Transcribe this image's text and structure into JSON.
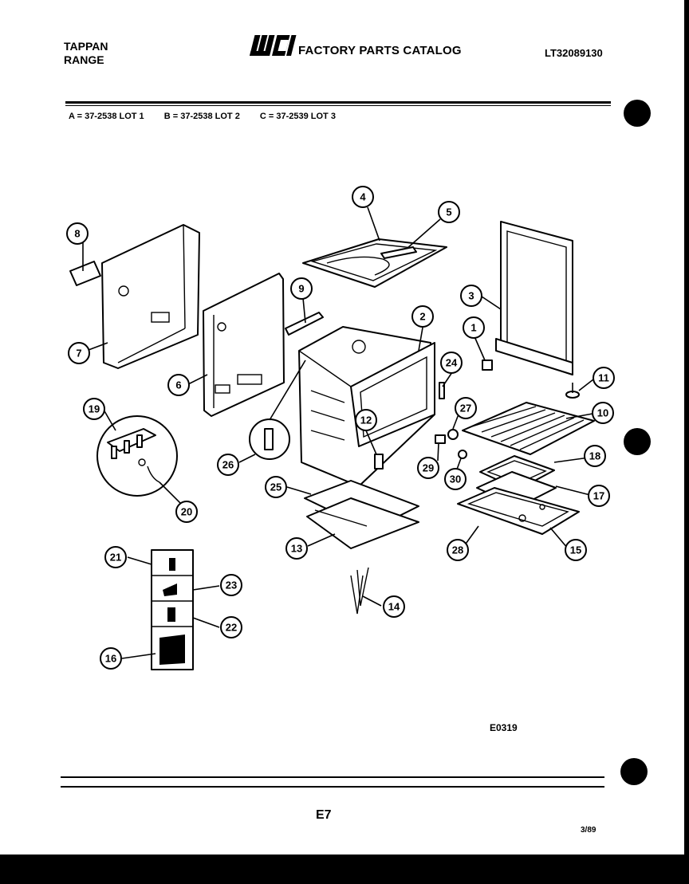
{
  "header": {
    "brand_line1": "TAPPAN",
    "brand_line2": "RANGE",
    "logo": "WCI",
    "catalog_title": "FACTORY PARTS CATALOG",
    "catalog_number": "LT32089130"
  },
  "lots": {
    "a": "A = 37-2538 LOT 1",
    "b": "B = 37-2538 LOT 2",
    "c": "C = 37-2539 LOT 3"
  },
  "callouts": [
    "1",
    "2",
    "3",
    "4",
    "5",
    "6",
    "7",
    "8",
    "9",
    "10",
    "11",
    "12",
    "13",
    "14",
    "15",
    "16",
    "17",
    "18",
    "19",
    "20",
    "21",
    "22",
    "23",
    "24",
    "25",
    "26",
    "27",
    "28",
    "29",
    "30"
  ],
  "footer": {
    "diagram_code": "E0319",
    "page_number": "E7",
    "date": "3/89"
  }
}
